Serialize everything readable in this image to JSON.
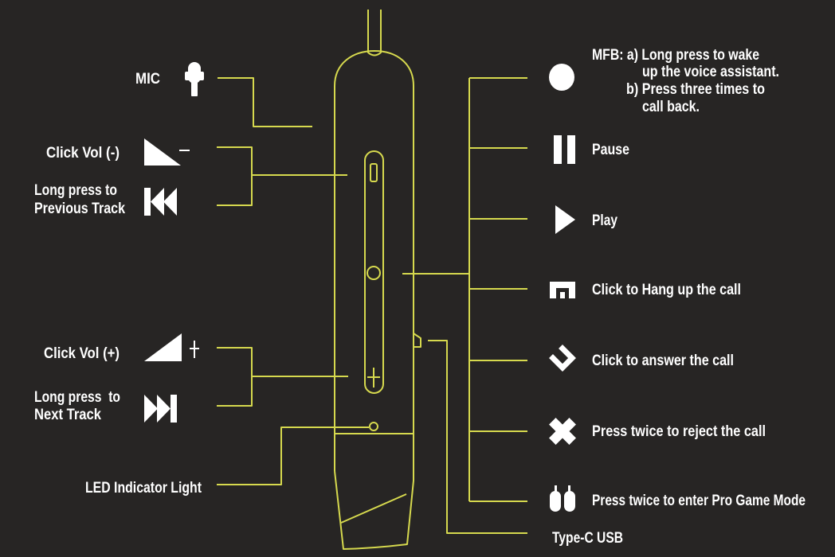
{
  "colors": {
    "background": "#272524",
    "line": "#d6d94e",
    "text": "#ffffff",
    "icon": "#ffffff"
  },
  "left_labels": {
    "mic": "MIC",
    "vol_down": "Click Vol (-)",
    "prev_track": [
      "Long press to",
      "Previous Track"
    ],
    "vol_up": "Click Vol (+)",
    "next_track": [
      "Long press  to",
      "Next Track"
    ],
    "led": "LED Indicator Light"
  },
  "right_labels": {
    "mfb": [
      "MFB: a) Long press to wake",
      "up the voice assistant.",
      "b) Press three times to",
      "call back."
    ],
    "pause": "Pause",
    "play": "Play",
    "hang_up": "Click to Hang up the call",
    "answer": "Click to answer the call",
    "reject": "Press twice to reject the call",
    "game_mode": "Press twice to enter Pro Game Mode",
    "type_c": "Type-C USB"
  },
  "icons": {
    "mic": "microphone-icon",
    "vol_down": "volume-down-icon",
    "prev_track": "previous-track-icon",
    "vol_up": "volume-up-icon",
    "next_track": "next-track-icon",
    "mfb": "mfb-button-icon",
    "pause": "pause-icon",
    "play": "play-icon",
    "hang_up": "hang-up-icon",
    "answer": "answer-call-icon",
    "reject": "reject-call-icon",
    "game_mode": "game-mode-icon"
  }
}
